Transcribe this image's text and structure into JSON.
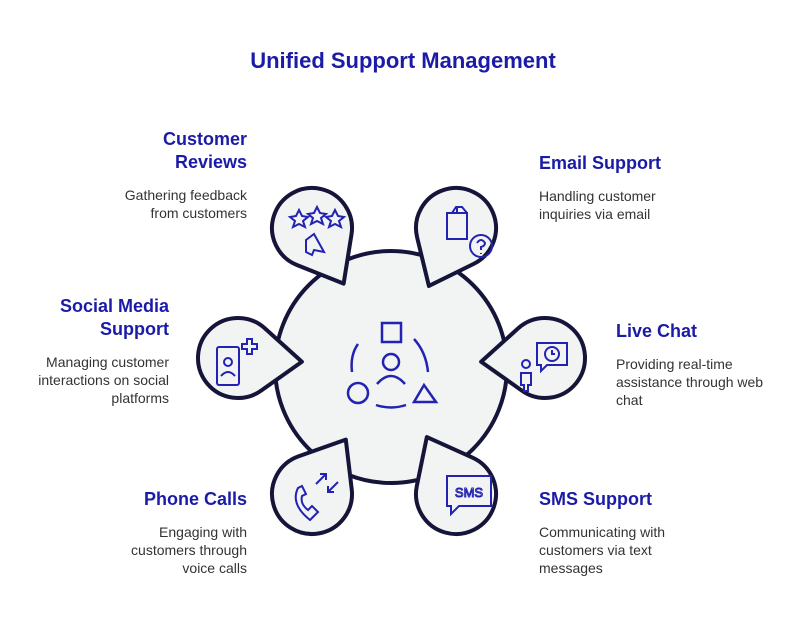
{
  "title": "Unified Support Management",
  "colors": {
    "accent": "#1b1ba8",
    "outline": "#15153a",
    "fill": "#f2f3f3",
    "icon": "#2323b3"
  },
  "center": {
    "icon": "shapes-user-cycle-icon"
  },
  "items": [
    {
      "title": "Customer Reviews",
      "desc": "Gathering feedback from customers",
      "icon": "stars-megaphone-icon"
    },
    {
      "title": "Email Support",
      "desc": "Handling customer inquiries via email",
      "icon": "box-question-icon"
    },
    {
      "title": "Social Media Support",
      "desc": "Managing customer interactions on social platforms",
      "icon": "phone-user-plus-icon"
    },
    {
      "title": "Live Chat",
      "desc": "Providing real-time assistance through web chat",
      "icon": "person-chat-clock-icon"
    },
    {
      "title": "Phone Calls",
      "desc": "Engaging with customers through voice calls",
      "icon": "phone-call-icon"
    },
    {
      "title": "SMS Support",
      "desc": "Communicating with customers via text messages",
      "icon": "sms-bubble-icon"
    }
  ]
}
